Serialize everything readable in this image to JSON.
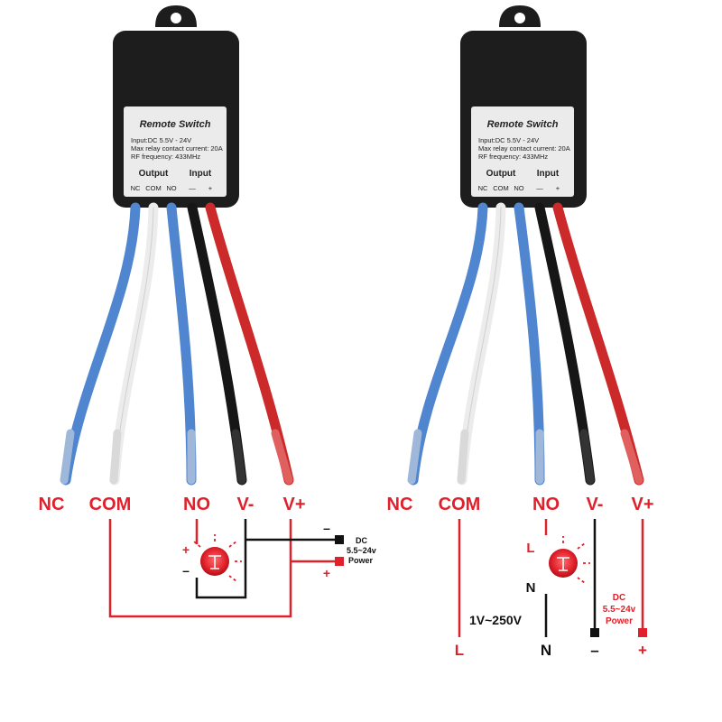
{
  "panels": [
    {
      "id": "left",
      "device": {
        "title": "Remote Switch",
        "spec_lines": [
          "Input:DC 5.5V - 24V",
          "Max relay contact current: 20A",
          "RF frequency:  433MHz"
        ],
        "group_output": "Output",
        "group_input": "Input",
        "terminals": [
          "NC",
          "COM",
          "NO",
          "—",
          "+"
        ]
      },
      "wire_labels": [
        "NC",
        "COM",
        "NO",
        "V-",
        "V+"
      ],
      "lamp_plus": "+",
      "lamp_minus": "–",
      "dc_minus": "–",
      "dc_plus": "+",
      "dc_label": "DC",
      "dc_range": "5.5~24v",
      "dc_power": "Power"
    },
    {
      "id": "right",
      "device": {
        "title": "Remote Switch",
        "spec_lines": [
          "Input:DC 5.5V - 24V",
          "Max relay contact current: 20A",
          "RF frequency:  433MHz"
        ],
        "group_output": "Output",
        "group_input": "Input",
        "terminals": [
          "NC",
          "COM",
          "NO",
          "—",
          "+"
        ]
      },
      "wire_labels": [
        "NC",
        "COM",
        "NO",
        "V-",
        "V+"
      ],
      "lamp_top": "L",
      "lamp_bottom": "N",
      "ac_voltage": "1V~250V",
      "ac_l": "L",
      "ac_n": "N",
      "dc_label": "DC",
      "dc_range": "5.5~24v",
      "dc_power": "Power",
      "dc_minus": "–",
      "dc_plus": "+"
    }
  ],
  "colors": {
    "housing": "#1d1d1d",
    "label_bg": "#ebebeb",
    "wire_blue": "#4f86cf",
    "wire_white": "#ececec",
    "wire_black": "#161616",
    "wire_red": "#cc2a2a",
    "schematic_red": "#e0202a",
    "schematic_black": "#111111"
  }
}
